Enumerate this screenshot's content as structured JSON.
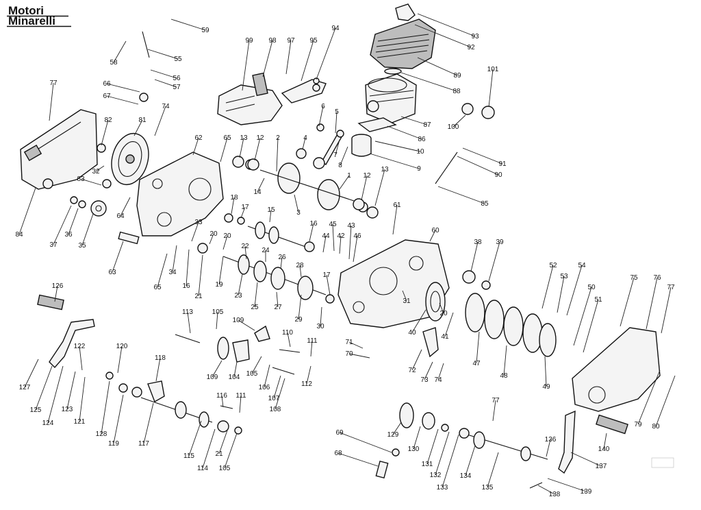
{
  "brand": {
    "line1": "Motori",
    "line2": "Minarelli"
  },
  "colors": {
    "ink": "#111111",
    "paper": "#ffffff"
  },
  "callouts": [
    {
      "id": "c59",
      "label": "59"
    },
    {
      "id": "c93",
      "label": "93"
    },
    {
      "id": "c92",
      "label": "92"
    },
    {
      "id": "c99",
      "label": "99"
    },
    {
      "id": "c98",
      "label": "98"
    },
    {
      "id": "c97",
      "label": "97"
    },
    {
      "id": "c95",
      "label": "95"
    },
    {
      "id": "c94",
      "label": "94"
    },
    {
      "id": "c58",
      "label": "58"
    },
    {
      "id": "c55",
      "label": "55"
    },
    {
      "id": "c89",
      "label": "89"
    },
    {
      "id": "c56",
      "label": "56"
    },
    {
      "id": "c57",
      "label": "57"
    },
    {
      "id": "c101",
      "label": "101"
    },
    {
      "id": "c88",
      "label": "88"
    },
    {
      "id": "c77a",
      "label": "77"
    },
    {
      "id": "c66",
      "label": "66"
    },
    {
      "id": "c67",
      "label": "67"
    },
    {
      "id": "c74a",
      "label": "74"
    },
    {
      "id": "c6",
      "label": "6"
    },
    {
      "id": "c5",
      "label": "5"
    },
    {
      "id": "c87",
      "label": "87"
    },
    {
      "id": "c100",
      "label": "100"
    },
    {
      "id": "c82",
      "label": "82"
    },
    {
      "id": "c81",
      "label": "81"
    },
    {
      "id": "c86",
      "label": "86"
    },
    {
      "id": "c62",
      "label": "62"
    },
    {
      "id": "c65a",
      "label": "65"
    },
    {
      "id": "c13a",
      "label": "13"
    },
    {
      "id": "c12a",
      "label": "12"
    },
    {
      "id": "c2",
      "label": "2"
    },
    {
      "id": "c4",
      "label": "4"
    },
    {
      "id": "c7",
      "label": "7"
    },
    {
      "id": "c10",
      "label": "10"
    },
    {
      "id": "c8",
      "label": "8"
    },
    {
      "id": "c91",
      "label": "91"
    },
    {
      "id": "c9",
      "label": "9"
    },
    {
      "id": "c90",
      "label": "90"
    },
    {
      "id": "c32",
      "label": "32"
    },
    {
      "id": "c83",
      "label": "83"
    },
    {
      "id": "c14",
      "label": "14"
    },
    {
      "id": "c1",
      "label": "1"
    },
    {
      "id": "c12b",
      "label": "12"
    },
    {
      "id": "c13b",
      "label": "13"
    },
    {
      "id": "c84",
      "label": "84"
    },
    {
      "id": "c64",
      "label": "64"
    },
    {
      "id": "c3",
      "label": "3"
    },
    {
      "id": "c85",
      "label": "85"
    },
    {
      "id": "c18",
      "label": "18"
    },
    {
      "id": "c17a",
      "label": "17"
    },
    {
      "id": "c61",
      "label": "61"
    },
    {
      "id": "c37",
      "label": "37"
    },
    {
      "id": "c36",
      "label": "36"
    },
    {
      "id": "c35",
      "label": "35"
    },
    {
      "id": "c15",
      "label": "15"
    },
    {
      "id": "c33",
      "label": "33"
    },
    {
      "id": "c16a",
      "label": "16"
    },
    {
      "id": "c44",
      "label": "44"
    },
    {
      "id": "c45",
      "label": "45"
    },
    {
      "id": "c43",
      "label": "43"
    },
    {
      "id": "c42",
      "label": "42"
    },
    {
      "id": "c46",
      "label": "46"
    },
    {
      "id": "c60",
      "label": "60"
    },
    {
      "id": "c20a",
      "label": "20"
    },
    {
      "id": "c20b",
      "label": "20"
    },
    {
      "id": "c63",
      "label": "63"
    },
    {
      "id": "c22",
      "label": "22"
    },
    {
      "id": "c38",
      "label": "38"
    },
    {
      "id": "c39",
      "label": "39"
    },
    {
      "id": "c24",
      "label": "24"
    },
    {
      "id": "c26",
      "label": "26"
    },
    {
      "id": "c52",
      "label": "52"
    },
    {
      "id": "c54",
      "label": "54"
    },
    {
      "id": "c28",
      "label": "28"
    },
    {
      "id": "c53",
      "label": "53"
    },
    {
      "id": "c75",
      "label": "75"
    },
    {
      "id": "c76",
      "label": "76"
    },
    {
      "id": "c77b",
      "label": "77"
    },
    {
      "id": "c65b",
      "label": "65"
    },
    {
      "id": "c34",
      "label": "34"
    },
    {
      "id": "c16b",
      "label": "16"
    },
    {
      "id": "c19",
      "label": "19"
    },
    {
      "id": "c21a",
      "label": "21"
    },
    {
      "id": "c23",
      "label": "23"
    },
    {
      "id": "c25",
      "label": "25"
    },
    {
      "id": "c27",
      "label": "27"
    },
    {
      "id": "c17b",
      "label": "17"
    },
    {
      "id": "c50",
      "label": "50"
    },
    {
      "id": "c126",
      "label": "126"
    },
    {
      "id": "c31",
      "label": "31"
    },
    {
      "id": "c51",
      "label": "51"
    },
    {
      "id": "c20c",
      "label": "20"
    },
    {
      "id": "c113",
      "label": "113"
    },
    {
      "id": "c105a",
      "label": "105"
    },
    {
      "id": "c109a",
      "label": "109"
    },
    {
      "id": "c29",
      "label": "29"
    },
    {
      "id": "c30",
      "label": "30"
    },
    {
      "id": "c40",
      "label": "40"
    },
    {
      "id": "c41",
      "label": "41"
    },
    {
      "id": "c47",
      "label": "47"
    },
    {
      "id": "c48",
      "label": "48"
    },
    {
      "id": "c110",
      "label": "110"
    },
    {
      "id": "c71",
      "label": "71"
    },
    {
      "id": "c122",
      "label": "122"
    },
    {
      "id": "c120",
      "label": "120"
    },
    {
      "id": "c111a",
      "label": "111"
    },
    {
      "id": "c70",
      "label": "70"
    },
    {
      "id": "c49",
      "label": "49"
    },
    {
      "id": "c118",
      "label": "118"
    },
    {
      "id": "c127",
      "label": "127"
    },
    {
      "id": "c109b",
      "label": "109"
    },
    {
      "id": "c104",
      "label": "104"
    },
    {
      "id": "c105b",
      "label": "105"
    },
    {
      "id": "c106",
      "label": "106"
    },
    {
      "id": "c107",
      "label": "107"
    },
    {
      "id": "c108",
      "label": "108"
    },
    {
      "id": "c112",
      "label": "112"
    },
    {
      "id": "c72",
      "label": "72"
    },
    {
      "id": "c73",
      "label": "73"
    },
    {
      "id": "c74b",
      "label": "74"
    },
    {
      "id": "c125",
      "label": "125"
    },
    {
      "id": "c124",
      "label": "124"
    },
    {
      "id": "c123",
      "label": "123"
    },
    {
      "id": "c121",
      "label": "121"
    },
    {
      "id": "c128",
      "label": "128"
    },
    {
      "id": "c119",
      "label": "119"
    },
    {
      "id": "c117",
      "label": "117"
    },
    {
      "id": "c116",
      "label": "116"
    },
    {
      "id": "c111b",
      "label": "111"
    },
    {
      "id": "c77c",
      "label": "77"
    },
    {
      "id": "c79",
      "label": "79"
    },
    {
      "id": "c80",
      "label": "80"
    },
    {
      "id": "c115",
      "label": "115"
    },
    {
      "id": "c21b",
      "label": "21"
    },
    {
      "id": "c114",
      "label": "114"
    },
    {
      "id": "c105c",
      "label": "105"
    },
    {
      "id": "c69",
      "label": "69"
    },
    {
      "id": "c68",
      "label": "68"
    },
    {
      "id": "c129",
      "label": "129"
    },
    {
      "id": "c130",
      "label": "130"
    },
    {
      "id": "c131",
      "label": "131"
    },
    {
      "id": "c132",
      "label": "132"
    },
    {
      "id": "c133",
      "label": "133"
    },
    {
      "id": "c134",
      "label": "134"
    },
    {
      "id": "c135",
      "label": "135"
    },
    {
      "id": "c136",
      "label": "136"
    },
    {
      "id": "c140",
      "label": "140"
    },
    {
      "id": "c137",
      "label": "137"
    },
    {
      "id": "c138",
      "label": "138"
    },
    {
      "id": "c139",
      "label": "139"
    }
  ]
}
